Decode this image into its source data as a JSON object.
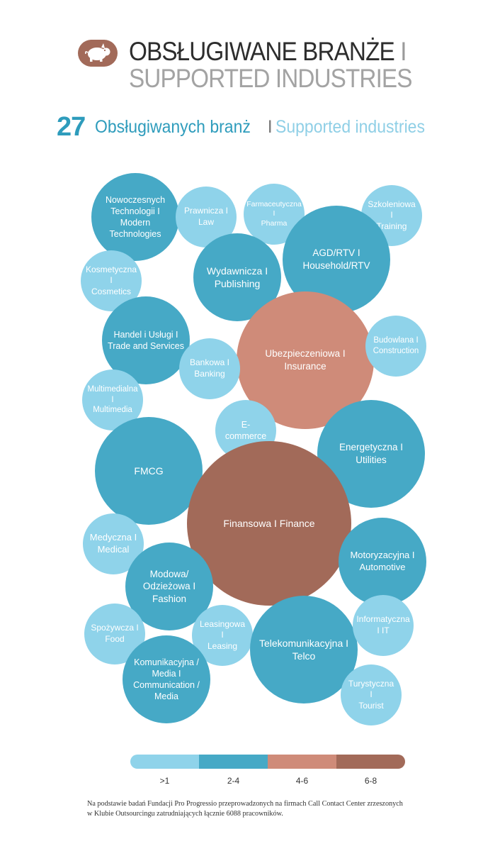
{
  "header": {
    "icon": "piggy-bank-icon",
    "title_pl": "OBSŁUGIWANE BRANŻE",
    "title_sep": "I",
    "title_en": "SUPPORTED INDUSTRIES"
  },
  "subtitle": {
    "count": "27",
    "label_pl": "Obsługiwanych branż",
    "sep": "I",
    "label_en": "Supported industries"
  },
  "colors": {
    "light": "#8fd3ea",
    "mid": "#46a9c6",
    "salmon": "#cf8b79",
    "brown": "#a26a59"
  },
  "chart_data": {
    "type": "bubble",
    "categories": [
      ">1",
      "2-4",
      "4-6",
      "6-8"
    ],
    "items": [
      {
        "label": "Nowoczesnych Technologii I Modern Technologies",
        "category": "2-4"
      },
      {
        "label": "Prawnicza I Law",
        "category": ">1"
      },
      {
        "label": "Farmaceutyczna I Pharma",
        "category": ">1"
      },
      {
        "label": "Szkoleniowa I Training",
        "category": ">1"
      },
      {
        "label": "AGD/RTV I Household/RTV",
        "category": "2-4"
      },
      {
        "label": "Kosmetyczna I Cosmetics",
        "category": ">1"
      },
      {
        "label": "Wydawnicza I Publishing",
        "category": "2-4"
      },
      {
        "label": "Handel i Usługi I Trade and Services",
        "category": "2-4"
      },
      {
        "label": "Ubezpieczeniowa I Insurance",
        "category": "4-6"
      },
      {
        "label": "Budowlana I Construction",
        "category": ">1"
      },
      {
        "label": "Bankowa I Banking",
        "category": ">1"
      },
      {
        "label": "Multimedialna I Multimedia",
        "category": ">1"
      },
      {
        "label": "E-commerce",
        "category": ">1"
      },
      {
        "label": "FMCG",
        "category": "2-4"
      },
      {
        "label": "Energetyczna I Utilities",
        "category": "2-4"
      },
      {
        "label": "Finansowa I Finance",
        "category": "6-8"
      },
      {
        "label": "Medyczna I Medical",
        "category": ">1"
      },
      {
        "label": "Motoryzacyjna I Automotive",
        "category": "2-4"
      },
      {
        "label": "Modowa/ Odzieżowa I Fashion",
        "category": "2-4"
      },
      {
        "label": "Spożywcza I Food",
        "category": ">1"
      },
      {
        "label": "Leasingowa I Leasing",
        "category": ">1"
      },
      {
        "label": "Telekomunikacyjna I Telco",
        "category": "2-4"
      },
      {
        "label": "Informatyczna I IT",
        "category": ">1"
      },
      {
        "label": "Komunikacyjna / Media I Communication / Media",
        "category": "2-4"
      },
      {
        "label": "Turystyczna I Tourist",
        "category": ">1"
      }
    ]
  },
  "bubbles": [
    {
      "lines": [
        "Nowoczesnych",
        "Technologii I",
        "Modern",
        "Technologies"
      ]
    },
    {
      "lines": [
        "Prawnicza I",
        "Law"
      ]
    },
    {
      "lines": [
        "Farmaceutyczna I",
        "Pharma"
      ]
    },
    {
      "lines": [
        "Szkoleniowa I",
        "Training"
      ]
    },
    {
      "lines": [
        "AGD/RTV I",
        "Household/RTV"
      ]
    },
    {
      "lines": [
        "Kosmetyczna I",
        "Cosmetics"
      ]
    },
    {
      "lines": [
        "Wydawnicza I",
        "Publishing"
      ]
    },
    {
      "lines": [
        "Handel i Usługi I",
        "Trade and Services"
      ]
    },
    {
      "lines": [
        "Ubezpieczeniowa I",
        "Insurance"
      ]
    },
    {
      "lines": [
        "Budowlana I",
        "Construction"
      ]
    },
    {
      "lines": [
        "Bankowa I",
        "Banking"
      ]
    },
    {
      "lines": [
        "Multimedialna I",
        "Multimedia"
      ]
    },
    {
      "lines": [
        "E-commerce"
      ]
    },
    {
      "lines": [
        "FMCG"
      ]
    },
    {
      "lines": [
        "Energetyczna I",
        "Utilities"
      ]
    },
    {
      "lines": [
        "Finansowa I Finance"
      ]
    },
    {
      "lines": [
        "Medyczna I",
        "Medical"
      ]
    },
    {
      "lines": [
        "Motoryzacyjna I",
        "Automotive"
      ]
    },
    {
      "lines": [
        "Modowa/",
        "Odzieżowa I",
        "Fashion"
      ]
    },
    {
      "lines": [
        "Spożywcza I",
        "Food"
      ]
    },
    {
      "lines": [
        "Leasingowa I",
        "Leasing"
      ]
    },
    {
      "lines": [
        "Telekomunikacyjna I",
        "Telco"
      ]
    },
    {
      "lines": [
        "Informatyczna",
        "I IT"
      ]
    },
    {
      "lines": [
        "Komunikacyjna /",
        "Media I",
        "Communication /",
        "Media"
      ]
    },
    {
      "lines": [
        "Turystyczna I",
        "Tourist"
      ]
    }
  ],
  "legend": [
    {
      "label": ">1",
      "color": "#8fd3ea"
    },
    {
      "label": "2-4",
      "color": "#46a9c6"
    },
    {
      "label": "4-6",
      "color": "#cf8b79"
    },
    {
      "label": "6-8",
      "color": "#a26a59"
    }
  ],
  "footnote": {
    "line1": "Na podstawie badań Fundacji Pro Progressio przeprowadzonych na firmach Call Contact Center zrzeszonych",
    "line2": "w Klubie Outsourcingu zatrudniających łącznie 6088 pracowników."
  }
}
